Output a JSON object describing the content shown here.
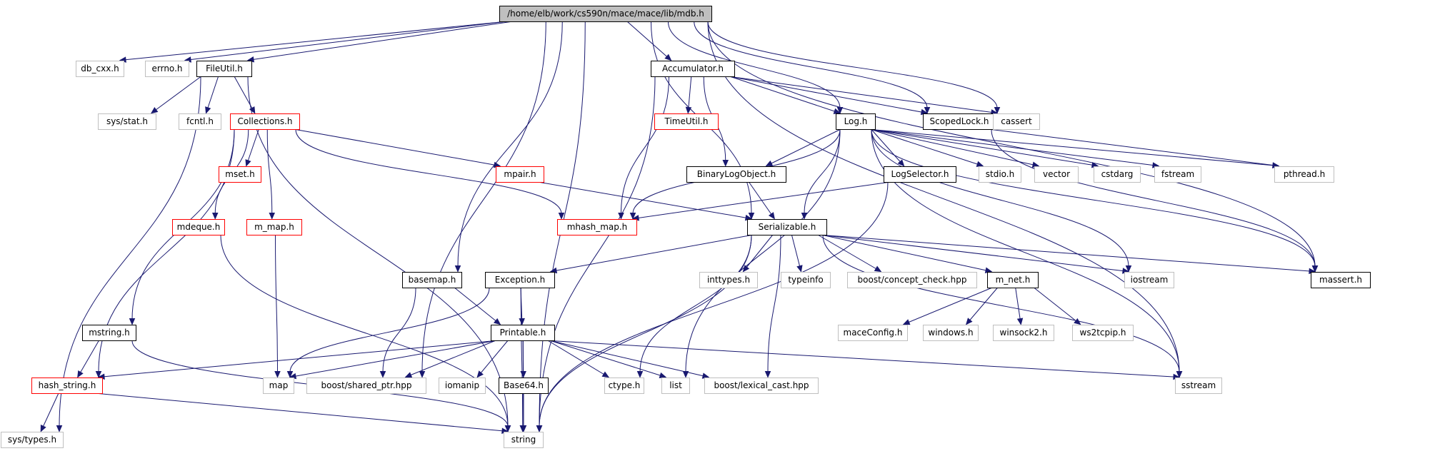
{
  "colors": {
    "edge": "#191970",
    "documented": "#000000",
    "external": "#bfbfbf",
    "missing": "#ff0000",
    "root_fill": "#bfbfbf"
  },
  "nodes": [
    {
      "id": "mdb",
      "label": "/home/elb/work/cs590n/mace/mace/lib/mdb.h",
      "kind": "root"
    },
    {
      "id": "db_cxx",
      "label": "db_cxx.h",
      "kind": "ext"
    },
    {
      "id": "errno",
      "label": "errno.h",
      "kind": "ext"
    },
    {
      "id": "FileUtil",
      "label": "FileUtil.h",
      "kind": "doc"
    },
    {
      "id": "Accumulator",
      "label": "Accumulator.h",
      "kind": "doc"
    },
    {
      "id": "sys_stat",
      "label": "sys/stat.h",
      "kind": "ext"
    },
    {
      "id": "fcntl",
      "label": "fcntl.h",
      "kind": "ext"
    },
    {
      "id": "Collections",
      "label": "Collections.h",
      "kind": "miss"
    },
    {
      "id": "TimeUtil",
      "label": "TimeUtil.h",
      "kind": "miss"
    },
    {
      "id": "Log",
      "label": "Log.h",
      "kind": "doc"
    },
    {
      "id": "ScopedLock",
      "label": "ScopedLock.h",
      "kind": "doc"
    },
    {
      "id": "cassert",
      "label": "cassert",
      "kind": "ext"
    },
    {
      "id": "mset",
      "label": "mset.h",
      "kind": "miss"
    },
    {
      "id": "mpair",
      "label": "mpair.h",
      "kind": "miss"
    },
    {
      "id": "BinaryLogObject",
      "label": "BinaryLogObject.h",
      "kind": "doc"
    },
    {
      "id": "LogSelector",
      "label": "LogSelector.h",
      "kind": "doc"
    },
    {
      "id": "stdio",
      "label": "stdio.h",
      "kind": "ext"
    },
    {
      "id": "vector",
      "label": "vector",
      "kind": "ext"
    },
    {
      "id": "cstdarg",
      "label": "cstdarg",
      "kind": "ext"
    },
    {
      "id": "fstream",
      "label": "fstream",
      "kind": "ext"
    },
    {
      "id": "pthread",
      "label": "pthread.h",
      "kind": "ext"
    },
    {
      "id": "mdeque",
      "label": "mdeque.h",
      "kind": "miss"
    },
    {
      "id": "m_map",
      "label": "m_map.h",
      "kind": "miss"
    },
    {
      "id": "mhash_map",
      "label": "mhash_map.h",
      "kind": "miss"
    },
    {
      "id": "Serializable",
      "label": "Serializable.h",
      "kind": "doc"
    },
    {
      "id": "basemap",
      "label": "basemap.h",
      "kind": "doc"
    },
    {
      "id": "Exception",
      "label": "Exception.h",
      "kind": "doc"
    },
    {
      "id": "inttypes",
      "label": "inttypes.h",
      "kind": "ext"
    },
    {
      "id": "typeinfo",
      "label": "typeinfo",
      "kind": "ext"
    },
    {
      "id": "concept_check",
      "label": "boost/concept_check.hpp",
      "kind": "ext"
    },
    {
      "id": "m_net",
      "label": "m_net.h",
      "kind": "doc"
    },
    {
      "id": "iostream",
      "label": "iostream",
      "kind": "ext"
    },
    {
      "id": "massert",
      "label": "massert.h",
      "kind": "doc"
    },
    {
      "id": "maceConfig",
      "label": "maceConfig.h",
      "kind": "ext"
    },
    {
      "id": "windows",
      "label": "windows.h",
      "kind": "ext"
    },
    {
      "id": "winsock2",
      "label": "winsock2.h",
      "kind": "ext"
    },
    {
      "id": "ws2tcpip",
      "label": "ws2tcpip.h",
      "kind": "ext"
    },
    {
      "id": "mstring",
      "label": "mstring.h",
      "kind": "doc"
    },
    {
      "id": "Printable",
      "label": "Printable.h",
      "kind": "doc"
    },
    {
      "id": "hash_string",
      "label": "hash_string.h",
      "kind": "miss"
    },
    {
      "id": "map",
      "label": "map",
      "kind": "ext"
    },
    {
      "id": "shared_ptr",
      "label": "boost/shared_ptr.hpp",
      "kind": "ext"
    },
    {
      "id": "iomanip",
      "label": "iomanip",
      "kind": "ext"
    },
    {
      "id": "Base64",
      "label": "Base64.h",
      "kind": "doc"
    },
    {
      "id": "ctype",
      "label": "ctype.h",
      "kind": "ext"
    },
    {
      "id": "list",
      "label": "list",
      "kind": "ext"
    },
    {
      "id": "lexical_cast",
      "label": "boost/lexical_cast.hpp",
      "kind": "ext"
    },
    {
      "id": "sstream",
      "label": "sstream",
      "kind": "ext"
    },
    {
      "id": "sys_types",
      "label": "sys/types.h",
      "kind": "ext"
    },
    {
      "id": "string",
      "label": "string",
      "kind": "ext"
    }
  ],
  "edges": [
    [
      "mdb",
      "db_cxx"
    ],
    [
      "mdb",
      "errno"
    ],
    [
      "mdb",
      "FileUtil"
    ],
    [
      "mdb",
      "Accumulator"
    ],
    [
      "mdb",
      "Log"
    ],
    [
      "mdb",
      "ScopedLock"
    ],
    [
      "mdb",
      "cassert"
    ],
    [
      "mdb",
      "Serializable"
    ],
    [
      "mdb",
      "basemap"
    ],
    [
      "mdb",
      "massert"
    ],
    [
      "mdb",
      "sstream"
    ],
    [
      "mdb",
      "string"
    ],
    [
      "mdb",
      "shared_ptr"
    ],
    [
      "FileUtil",
      "sys_stat"
    ],
    [
      "FileUtil",
      "fcntl"
    ],
    [
      "FileUtil",
      "Collections"
    ],
    [
      "FileUtil",
      "sys_types"
    ],
    [
      "FileUtil",
      "string"
    ],
    [
      "Accumulator",
      "TimeUtil"
    ],
    [
      "Accumulator",
      "Log"
    ],
    [
      "Accumulator",
      "ScopedLock"
    ],
    [
      "Accumulator",
      "cassert"
    ],
    [
      "Accumulator",
      "BinaryLogObject"
    ],
    [
      "Accumulator",
      "mhash_map"
    ],
    [
      "Accumulator",
      "string"
    ],
    [
      "Collections",
      "mset"
    ],
    [
      "Collections",
      "mpair"
    ],
    [
      "Collections",
      "mdeque"
    ],
    [
      "Collections",
      "m_map"
    ],
    [
      "Collections",
      "mhash_map"
    ],
    [
      "Collections",
      "mstring"
    ],
    [
      "Collections",
      "hash_string"
    ],
    [
      "Log",
      "BinaryLogObject"
    ],
    [
      "Log",
      "LogSelector"
    ],
    [
      "Log",
      "stdio"
    ],
    [
      "Log",
      "vector"
    ],
    [
      "Log",
      "cstdarg"
    ],
    [
      "Log",
      "fstream"
    ],
    [
      "Log",
      "pthread"
    ],
    [
      "Log",
      "Serializable"
    ],
    [
      "Log",
      "mhash_map"
    ],
    [
      "Log",
      "iostream"
    ],
    [
      "Log",
      "massert"
    ],
    [
      "Log",
      "sstream"
    ],
    [
      "Log",
      "list"
    ],
    [
      "ScopedLock",
      "pthread"
    ],
    [
      "ScopedLock",
      "massert"
    ],
    [
      "mpair",
      "Serializable"
    ],
    [
      "BinaryLogObject",
      "Serializable"
    ],
    [
      "LogSelector",
      "mhash_map"
    ],
    [
      "LogSelector",
      "string"
    ],
    [
      "mdeque",
      "string"
    ],
    [
      "m_map",
      "map"
    ],
    [
      "Serializable",
      "Exception"
    ],
    [
      "Serializable",
      "inttypes"
    ],
    [
      "Serializable",
      "typeinfo"
    ],
    [
      "Serializable",
      "concept_check"
    ],
    [
      "Serializable",
      "m_net"
    ],
    [
      "Serializable",
      "iostream"
    ],
    [
      "Serializable",
      "massert"
    ],
    [
      "Serializable",
      "sstream"
    ],
    [
      "Serializable",
      "lexical_cast"
    ],
    [
      "Serializable",
      "ctype"
    ],
    [
      "Serializable",
      "string"
    ],
    [
      "basemap",
      "Printable"
    ],
    [
      "basemap",
      "shared_ptr"
    ],
    [
      "Exception",
      "Printable"
    ],
    [
      "Exception",
      "map"
    ],
    [
      "Exception",
      "string"
    ],
    [
      "m_net",
      "maceConfig"
    ],
    [
      "m_net",
      "windows"
    ],
    [
      "m_net",
      "winsock2"
    ],
    [
      "m_net",
      "ws2tcpip"
    ],
    [
      "mstring",
      "hash_string"
    ],
    [
      "mstring",
      "string"
    ],
    [
      "Printable",
      "hash_string"
    ],
    [
      "Printable",
      "map"
    ],
    [
      "Printable",
      "shared_ptr"
    ],
    [
      "Printable",
      "iomanip"
    ],
    [
      "Printable",
      "Base64"
    ],
    [
      "Printable",
      "ctype"
    ],
    [
      "Printable",
      "list"
    ],
    [
      "Printable",
      "lexical_cast"
    ],
    [
      "Printable",
      "sstream"
    ],
    [
      "Printable",
      "string"
    ],
    [
      "hash_string",
      "sys_types"
    ],
    [
      "hash_string",
      "string"
    ],
    [
      "Base64",
      "string"
    ]
  ]
}
